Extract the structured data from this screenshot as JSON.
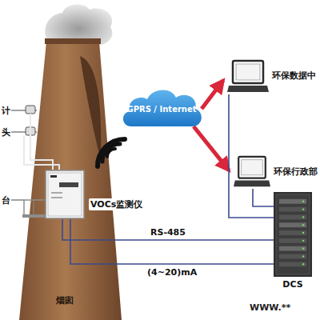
{
  "diagram": {
    "nodes": [
      {
        "text": [
          "GPRS / Internet"
        ]
      },
      {
        "text": [
          "环保数据中"
        ]
      },
      {
        "text": [
          "环保行政部"
        ]
      },
      {
        "text": [
          "VOCs监测仪"
        ]
      },
      {
        "text": [
          "DCS"
        ]
      }
    ],
    "edges": [
      {
        "from": 3,
        "to": 4,
        "label": "RS-485",
        "arrow": "none"
      },
      {
        "from": 3,
        "to": 4,
        "label": "(4~20)mA",
        "arrow": "none"
      },
      {
        "from": 0,
        "to": 1,
        "arrow": "to"
      },
      {
        "from": 0,
        "to": 2,
        "arrow": "to"
      },
      {
        "from": 1,
        "to": 4,
        "arrow": "none"
      },
      {
        "from": 2,
        "to": 4,
        "arrow": "none"
      }
    ],
    "labels": [
      "计",
      "头",
      "台",
      "烟囱",
      "WWW.**"
    ]
  }
}
